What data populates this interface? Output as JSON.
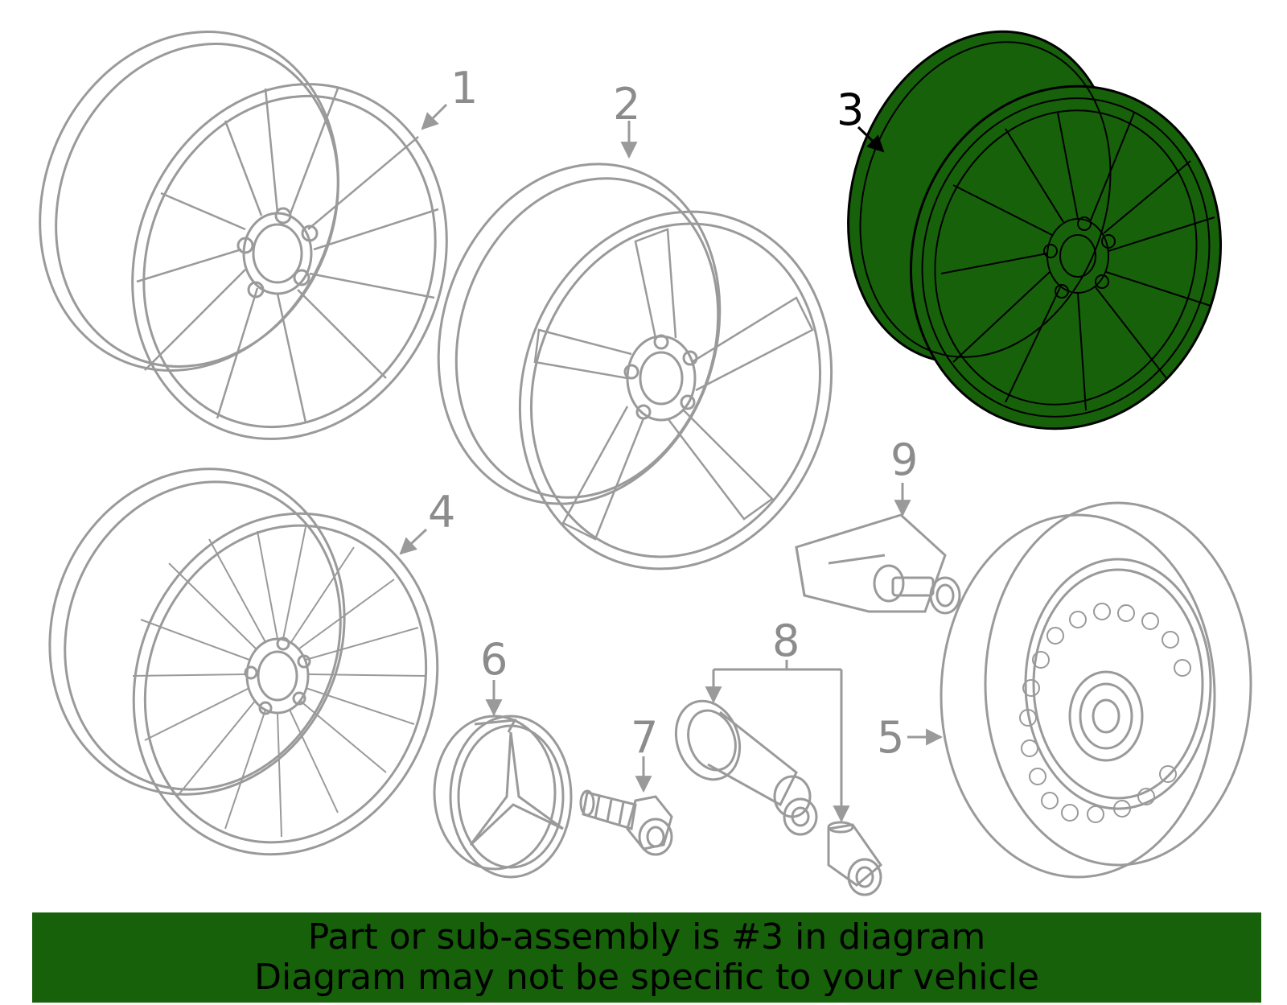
{
  "diagram": {
    "highlight_color": "#17610b",
    "line_color": "#9a9a9a",
    "callouts": [
      {
        "id": "1",
        "label": "1",
        "part": "wheel-multi-spoke",
        "highlighted": false
      },
      {
        "id": "2",
        "label": "2",
        "part": "wheel-twin-five-spoke",
        "highlighted": false
      },
      {
        "id": "3",
        "label": "3",
        "part": "wheel-multi-spoke",
        "highlighted": true
      },
      {
        "id": "4",
        "label": "4",
        "part": "wheel-twenty-spoke",
        "highlighted": false
      },
      {
        "id": "5",
        "label": "5",
        "part": "spare-wheel",
        "highlighted": false
      },
      {
        "id": "6",
        "label": "6",
        "part": "center-cap",
        "highlighted": false
      },
      {
        "id": "7",
        "label": "7",
        "part": "wheel-bolt",
        "highlighted": false
      },
      {
        "id": "8",
        "label": "8",
        "part": "valve-stem-and-cap",
        "highlighted": false
      },
      {
        "id": "9",
        "label": "9",
        "part": "tire-pressure-sensor",
        "highlighted": false
      }
    ]
  },
  "banner": {
    "line1": "Part or sub-assembly is #3 in diagram",
    "line2": "Diagram may not be specific to your vehicle",
    "background": "#17610b"
  }
}
